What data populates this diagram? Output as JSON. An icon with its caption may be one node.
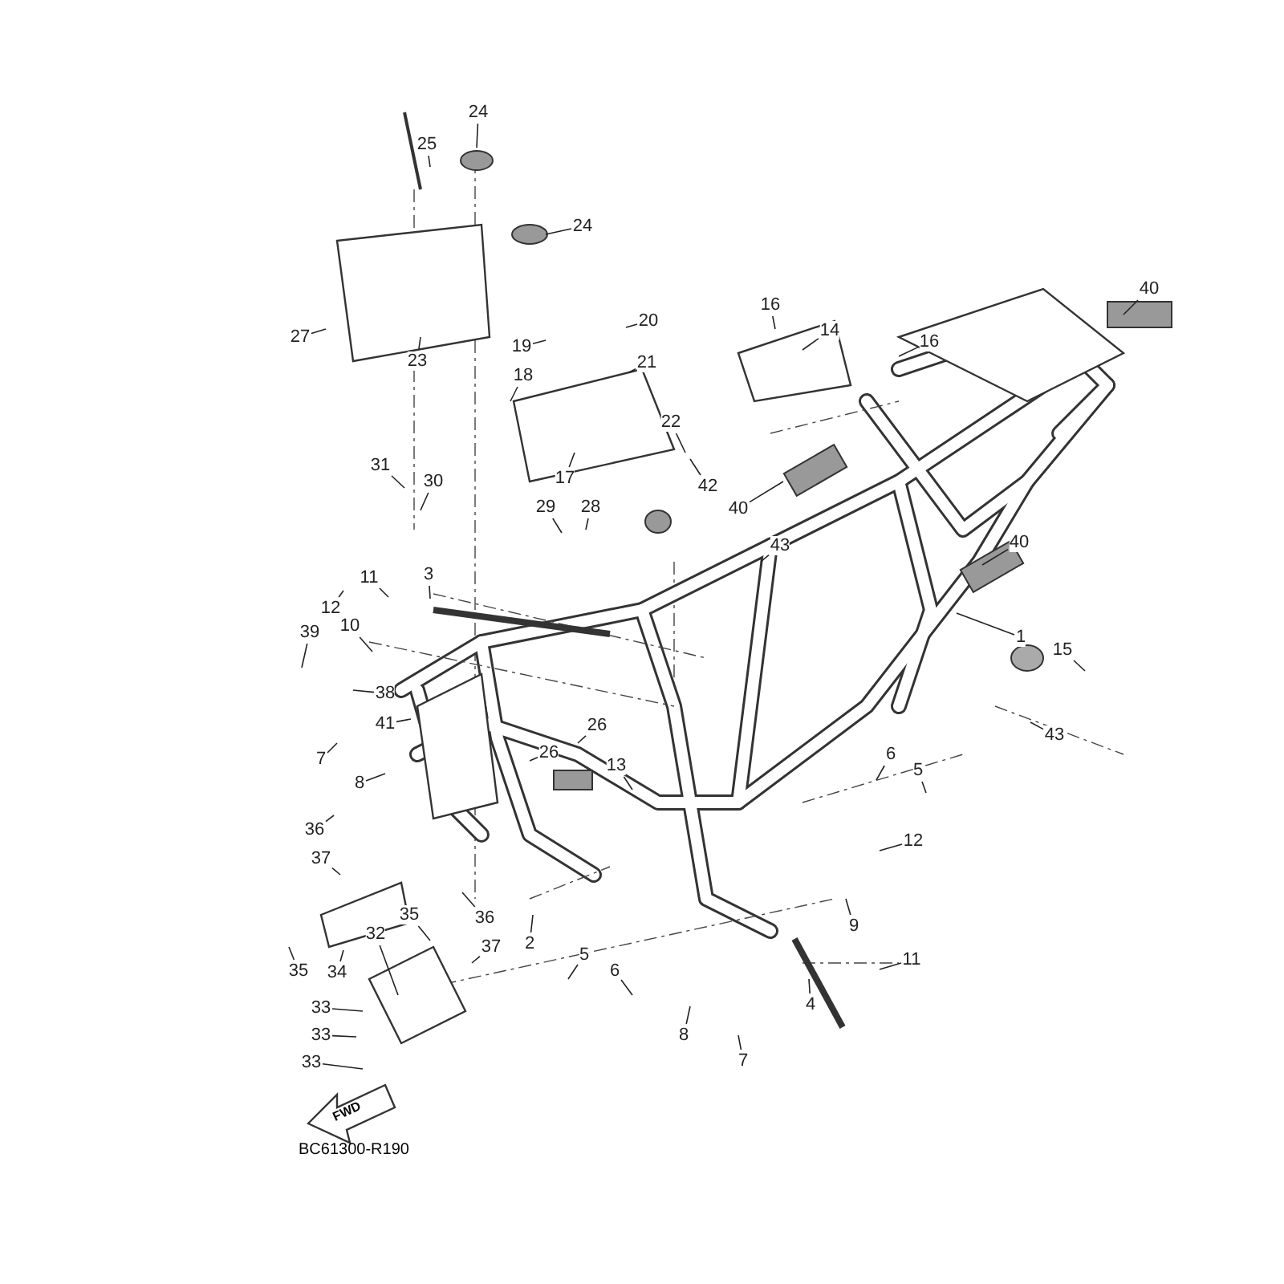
{
  "diagram": {
    "nodes": [
      {
        "text": [
          "25"
        ]
      },
      {
        "text": [
          "24"
        ]
      },
      {
        "text": [
          "24"
        ]
      },
      {
        "text": [
          "27"
        ]
      },
      {
        "text": [
          "23"
        ]
      },
      {
        "text": [
          "20"
        ]
      },
      {
        "text": [
          "19"
        ]
      },
      {
        "text": [
          "21"
        ]
      },
      {
        "text": [
          "18"
        ]
      },
      {
        "text": [
          "16"
        ]
      },
      {
        "text": [
          "14"
        ]
      },
      {
        "text": [
          "16"
        ]
      },
      {
        "text": [
          "40"
        ]
      },
      {
        "text": [
          "22"
        ]
      },
      {
        "text": [
          "17"
        ]
      },
      {
        "text": [
          "42"
        ]
      },
      {
        "text": [
          "40"
        ]
      },
      {
        "text": [
          "31"
        ]
      },
      {
        "text": [
          "30"
        ]
      },
      {
        "text": [
          "29"
        ]
      },
      {
        "text": [
          "28"
        ]
      },
      {
        "text": [
          "43"
        ]
      },
      {
        "text": [
          "40"
        ]
      },
      {
        "text": [
          "11"
        ]
      },
      {
        "text": [
          "3"
        ]
      },
      {
        "text": [
          "12"
        ]
      },
      {
        "text": [
          "10"
        ]
      },
      {
        "text": [
          "39"
        ]
      },
      {
        "text": [
          "1"
        ]
      },
      {
        "text": [
          "38"
        ]
      },
      {
        "text": [
          "41"
        ]
      },
      {
        "text": [
          "7"
        ]
      },
      {
        "text": [
          "8"
        ]
      },
      {
        "text": [
          "26"
        ]
      },
      {
        "text": [
          "26"
        ]
      },
      {
        "text": [
          "15"
        ]
      },
      {
        "text": [
          "43"
        ]
      },
      {
        "text": [
          "6"
        ]
      },
      {
        "text": [
          "5"
        ]
      },
      {
        "text": [
          "13"
        ]
      },
      {
        "text": [
          "12"
        ]
      },
      {
        "text": [
          "36"
        ]
      },
      {
        "text": [
          "37"
        ]
      },
      {
        "text": [
          "35"
        ]
      },
      {
        "text": [
          "34"
        ]
      },
      {
        "text": [
          "35"
        ]
      },
      {
        "text": [
          "2"
        ]
      },
      {
        "text": [
          "9"
        ]
      },
      {
        "text": [
          "11"
        ]
      },
      {
        "text": [
          "32"
        ]
      },
      {
        "text": [
          "36"
        ]
      },
      {
        "text": [
          "37"
        ]
      },
      {
        "text": [
          "5"
        ]
      },
      {
        "text": [
          "6"
        ]
      },
      {
        "text": [
          "4"
        ]
      },
      {
        "text": [
          "8"
        ]
      },
      {
        "text": [
          "7"
        ]
      },
      {
        "text": [
          "33"
        ]
      },
      {
        "text": [
          "33"
        ]
      },
      {
        "text": [
          "33"
        ]
      }
    ],
    "edges": [
      {
        "from": 0,
        "to": null,
        "arrow": "none"
      },
      {
        "from": 1,
        "to": null,
        "arrow": "none"
      },
      {
        "from": 2,
        "to": null,
        "arrow": "none"
      },
      {
        "from": 3,
        "to": null,
        "arrow": "none"
      },
      {
        "from": 4,
        "to": null,
        "arrow": "none"
      },
      {
        "from": 5,
        "to": null,
        "arrow": "none"
      },
      {
        "from": 6,
        "to": null,
        "arrow": "none"
      },
      {
        "from": 7,
        "to": null,
        "arrow": "none"
      },
      {
        "from": 8,
        "to": null,
        "arrow": "none"
      },
      {
        "from": 9,
        "to": null,
        "arrow": "none"
      },
      {
        "from": 10,
        "to": null,
        "arrow": "none"
      },
      {
        "from": 11,
        "to": null,
        "arrow": "none"
      },
      {
        "from": 12,
        "to": null,
        "arrow": "none"
      },
      {
        "from": 13,
        "to": null,
        "arrow": "none"
      },
      {
        "from": 14,
        "to": null,
        "arrow": "none"
      },
      {
        "from": 15,
        "to": null,
        "arrow": "none"
      },
      {
        "from": 16,
        "to": null,
        "arrow": "none"
      },
      {
        "from": 17,
        "to": null,
        "arrow": "none"
      },
      {
        "from": 18,
        "to": null,
        "arrow": "none"
      },
      {
        "from": 19,
        "to": null,
        "arrow": "none"
      },
      {
        "from": 20,
        "to": null,
        "arrow": "none"
      },
      {
        "from": 21,
        "to": null,
        "arrow": "none"
      },
      {
        "from": 22,
        "to": null,
        "arrow": "none"
      },
      {
        "from": 23,
        "to": null,
        "arrow": "none"
      },
      {
        "from": 24,
        "to": null,
        "arrow": "none"
      },
      {
        "from": 25,
        "to": null,
        "arrow": "none"
      },
      {
        "from": 26,
        "to": null,
        "arrow": "none"
      },
      {
        "from": 27,
        "to": null,
        "arrow": "none"
      },
      {
        "from": 28,
        "to": null,
        "arrow": "none"
      },
      {
        "from": 29,
        "to": null,
        "arrow": "none"
      },
      {
        "from": 30,
        "to": null,
        "arrow": "none"
      },
      {
        "from": 31,
        "to": null,
        "arrow": "none"
      },
      {
        "from": 32,
        "to": null,
        "arrow": "none"
      },
      {
        "from": 33,
        "to": null,
        "arrow": "none"
      },
      {
        "from": 34,
        "to": null,
        "arrow": "none"
      },
      {
        "from": 35,
        "to": null,
        "arrow": "none"
      },
      {
        "from": 36,
        "to": null,
        "arrow": "none"
      },
      {
        "from": 37,
        "to": null,
        "arrow": "none"
      },
      {
        "from": 38,
        "to": null,
        "arrow": "none"
      },
      {
        "from": 39,
        "to": null,
        "arrow": "none"
      },
      {
        "from": 40,
        "to": null,
        "arrow": "none"
      },
      {
        "from": 41,
        "to": null,
        "arrow": "none"
      },
      {
        "from": 42,
        "to": null,
        "arrow": "none"
      },
      {
        "from": 43,
        "to": null,
        "arrow": "none"
      },
      {
        "from": 44,
        "to": null,
        "arrow": "none"
      },
      {
        "from": 45,
        "to": null,
        "arrow": "none"
      },
      {
        "from": 46,
        "to": null,
        "arrow": "none"
      },
      {
        "from": 47,
        "to": null,
        "arrow": "none"
      },
      {
        "from": 48,
        "to": null,
        "arrow": "none"
      },
      {
        "from": 49,
        "to": null,
        "arrow": "none"
      },
      {
        "from": 50,
        "to": null,
        "arrow": "none"
      },
      {
        "from": 51,
        "to": null,
        "arrow": "none"
      },
      {
        "from": 52,
        "to": null,
        "arrow": "none"
      },
      {
        "from": 53,
        "to": null,
        "arrow": "none"
      },
      {
        "from": 54,
        "to": null,
        "arrow": "none"
      },
      {
        "from": 55,
        "to": null,
        "arrow": "none"
      },
      {
        "from": 56,
        "to": null,
        "arrow": "none"
      },
      {
        "from": 57,
        "to": null,
        "arrow": "none"
      },
      {
        "from": 58,
        "to": null,
        "arrow": "none"
      },
      {
        "from": 59,
        "to": null,
        "arrow": "none"
      }
    ],
    "labels": [
      "FWD",
      "BC61300-R190"
    ]
  }
}
